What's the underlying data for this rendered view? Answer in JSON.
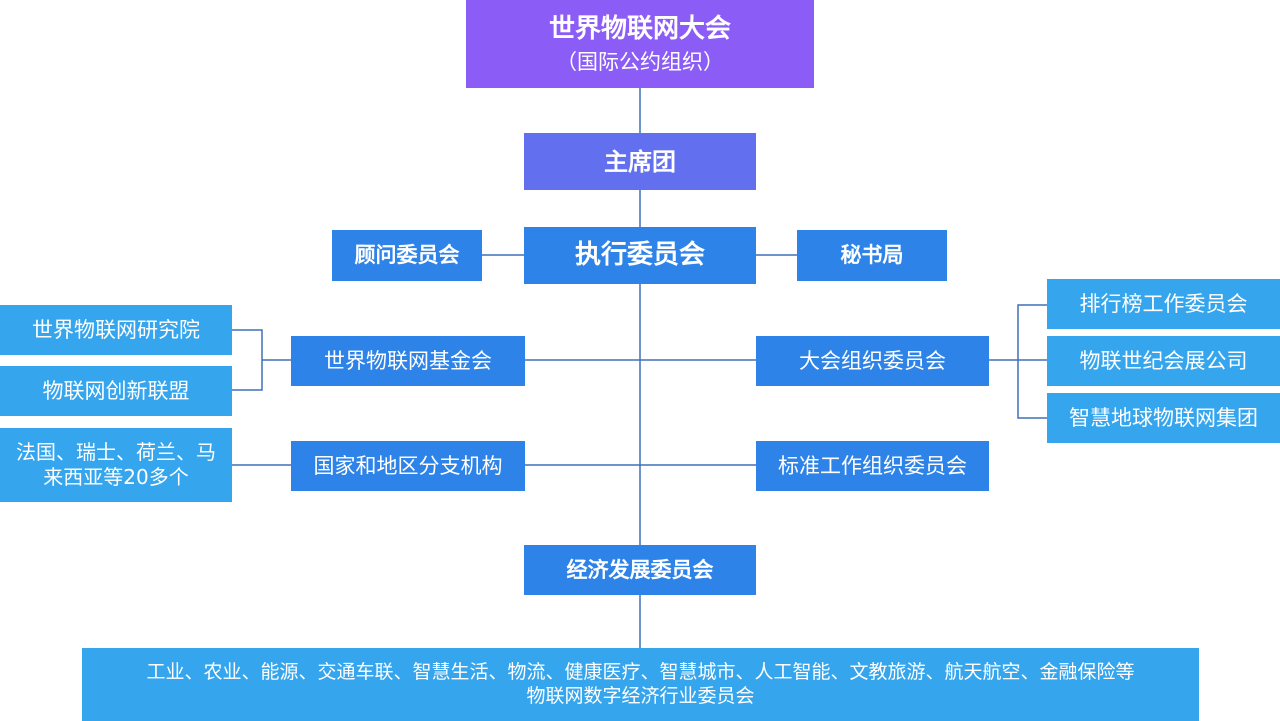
{
  "congress": {
    "title": "世界物联网大会",
    "subtitle": "（国际公约组织）"
  },
  "presidium": "主席团",
  "executive_committee": "执行委员会",
  "advisory_committee": "顾问委员会",
  "secretariat": "秘书局",
  "foundation": {
    "label": "世界物联网基金会",
    "children": [
      "世界物联网研究院",
      "物联网创新联盟"
    ]
  },
  "branches": {
    "label": "国家和地区分支机构",
    "children": [
      "法国、瑞士、荷兰、马来西亚等20多个"
    ]
  },
  "organizing_committee": {
    "label": "大会组织委员会",
    "children": [
      "排行榜工作委员会",
      "物联世纪会展公司",
      "智慧地球物联网集团"
    ]
  },
  "standards_committee": "标准工作组织委员会",
  "economic_committee": "经济发展委员会",
  "industry_committees": {
    "line1": "工业、农业、能源、交通车联、智慧生活、物流、健康医疗、智慧城市、人工智能、文教旅游、航天航空、金融保险等",
    "line2": "物联网数字经济行业委员会"
  },
  "colors": {
    "top": "#8b5cf6",
    "presidium": "#6270f0",
    "primary": "#2e83e8",
    "secondary": "#35a5ee",
    "connector": "#3f70b8"
  }
}
